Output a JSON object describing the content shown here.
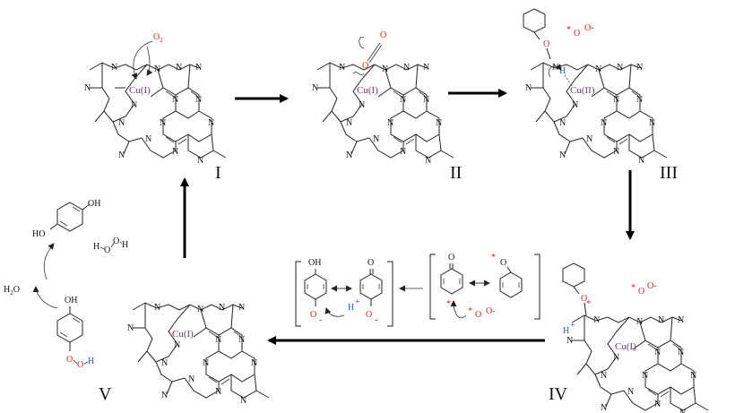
{
  "states": [
    {
      "label": "I",
      "metal": "Cu(I)"
    },
    {
      "label": "II",
      "metal": "Cu(I)"
    },
    {
      "label": "III",
      "metal": "Cu(II)"
    },
    {
      "label": "IV",
      "metal": "Cu(I)"
    },
    {
      "label": "V",
      "metal": "Cu(I)"
    }
  ],
  "labels": {
    "o2": "O",
    "o2_sub": "2",
    "superoxide": "O",
    "superoxide_minus": "O-",
    "radical_star": "*",
    "h_atom": "H",
    "h_plus": "H",
    "plus": "+",
    "h2o2_left": "H",
    "h2o2_o": "O",
    "h2o": "H",
    "h2o_sub": "2",
    "h2o_o": "O",
    "oh": "OH",
    "ho": "HO",
    "o_atom": "O",
    "o_minus": "O",
    "minus": "-",
    "n": "N"
  },
  "colors": {
    "oxygen": "#e02020",
    "hydrogen": "#2a5fb0",
    "copper": "#6a3a6a",
    "bond": "#222222"
  }
}
